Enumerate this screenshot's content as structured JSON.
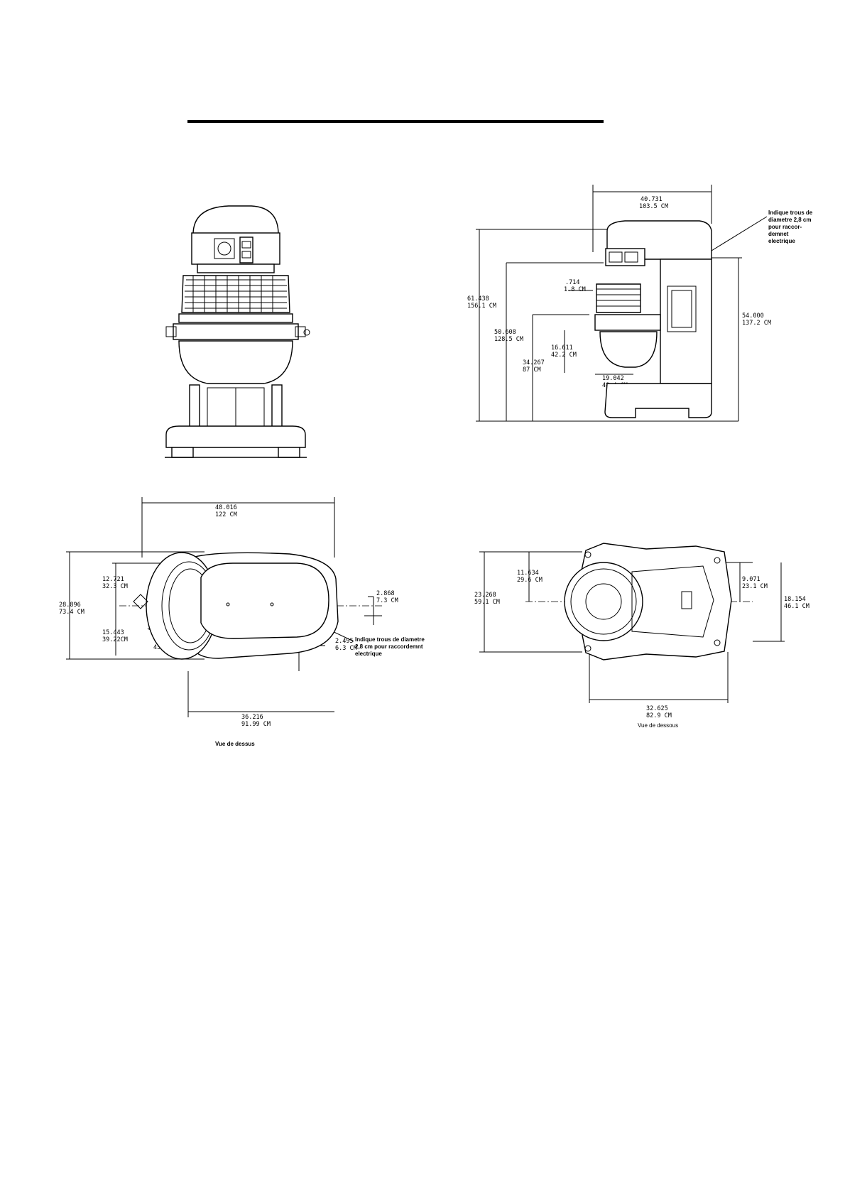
{
  "side_view": {
    "dims": {
      "overall_width": [
        "40.731",
        "103.5 CM"
      ],
      "overall_height": [
        "61.438",
        "156.1 CM"
      ],
      "height_2": [
        "50.608",
        "128.5 CM"
      ],
      "right_height": [
        "54.000",
        "137.2 CM"
      ],
      "offset": [
        ".714",
        "1.8 CM"
      ],
      "bowl_height": [
        "16.611",
        "42.2 CM"
      ],
      "base_height": [
        "34.267",
        "87 CM"
      ],
      "bowl_depth": [
        "19.042",
        "48.4 CM"
      ]
    },
    "note_lines": [
      "Indique trous de",
      "diametre 2,8 cm",
      "pour raccor-",
      "demnet",
      "electrique"
    ]
  },
  "top_view": {
    "dims": {
      "width": [
        "48.016",
        "122 CM"
      ],
      "d1": [
        "12.721",
        "32.3 CM"
      ],
      "depth": [
        "28.896",
        "73.4 CM"
      ],
      "d2": [
        "15.443",
        "39.22CM"
      ],
      "offset": [
        "2.868",
        "7.3 CM"
      ],
      "offset2": [
        "2.495",
        "6.3 CM"
      ],
      "bottom_width": [
        "36.216",
        "91.99 CM"
      ]
    },
    "angle": "45°",
    "note_lines": [
      "Indique trous de diametre",
      "2,8 cm pour raccordemnt",
      "electrique"
    ],
    "caption": "Vue de dessus"
  },
  "bottom_view": {
    "dims": {
      "total": [
        "23.268",
        "59.1 CM"
      ],
      "d1": [
        "11.634",
        "29.6 CM"
      ],
      "d2": [
        "9.071",
        "23.1 CM"
      ],
      "d3": [
        "18.154",
        "46.1 CM"
      ],
      "width": [
        "32.625",
        "82.9 CM"
      ]
    },
    "caption": "Vue de dessous"
  }
}
